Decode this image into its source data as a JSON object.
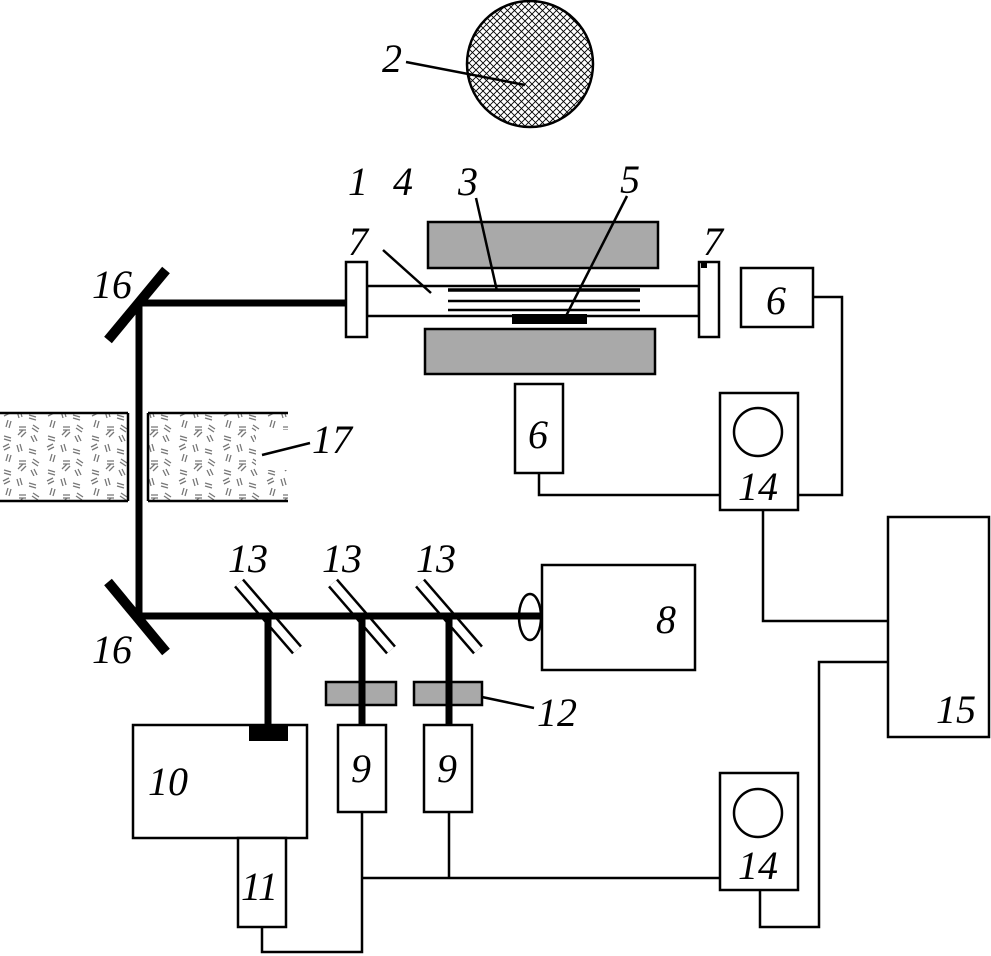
{
  "labels": {
    "sun_2": "2",
    "tube_1": "1",
    "heater_top_4": "4",
    "fiber_3": "3",
    "sample_5": "5",
    "window_left_7": "7",
    "window_right_7": "7",
    "sensor_right_6": "6",
    "sensor_bottom_6": "6",
    "mirror_top_16": "16",
    "mirror_bottom_16": "16",
    "fog_17": "17",
    "splitter_13_a": "13",
    "splitter_13_b": "13",
    "splitter_13_c": "13",
    "laser_8": "8",
    "filter_12": "12",
    "detector_9_a": "9",
    "detector_9_b": "9",
    "unit_10": "10",
    "unit_11": "11",
    "monitor_14_top": "14",
    "monitor_14_bottom": "14",
    "computer_15": "15"
  },
  "colors": {
    "line": "#000000",
    "grey_fill": "#a9a9a9",
    "background": "#ffffff"
  }
}
